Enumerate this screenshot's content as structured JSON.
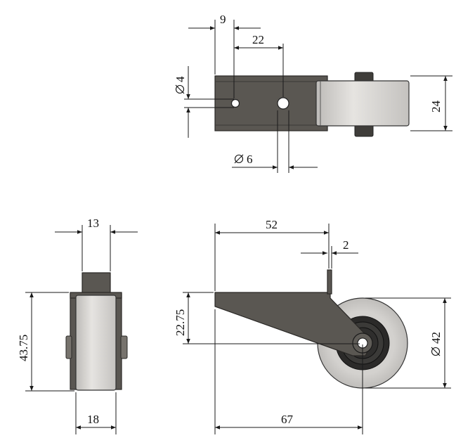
{
  "dimensions": {
    "top_view": {
      "d9": "9",
      "d22": "22",
      "d24": "24",
      "phi4": "4",
      "phi6": "6"
    },
    "side_view": {
      "d13": "13",
      "d18": "18",
      "d43_75": "43.75"
    },
    "front_view": {
      "d52": "52",
      "d2": "2",
      "d22_75": "22.75",
      "d67": "67",
      "phi42": "42"
    }
  },
  "colors": {
    "bracket": "#5a5752",
    "wheel": "#dcdad7",
    "hub": "#2b2a29"
  }
}
